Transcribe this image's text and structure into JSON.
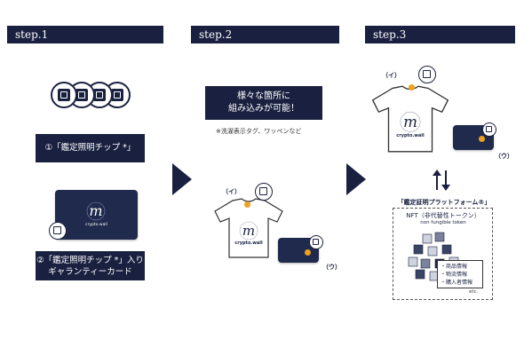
{
  "steps": {
    "s1": "step.1",
    "s2": "step.2",
    "s3": "step.3"
  },
  "step1": {
    "chip_label": "①「鑑定照明チップ *」",
    "card_label_line1": "②「鑑定照明チップ *」入り",
    "card_label_line2": "ギャランティーカード",
    "card_brand": "crypto.wall"
  },
  "step2": {
    "banner_line1": "様々な箇所に",
    "banner_line2": "組み込みが可能！",
    "note": "※洗濯表示タグ、ワッペンなど",
    "callout_i": "（イ）",
    "callout_u": "（ウ）",
    "shirt_brand": "crypto.wall"
  },
  "step3": {
    "callout_i": "（イ）",
    "callout_u": "（ウ）",
    "shirt_brand": "crypto.wall",
    "platform_title": "「鑑定証明プラットフォーム®」",
    "nft_title": "NFT（非代替性トークン）",
    "nft_subtitle": "non fungible token",
    "info": [
      "・商品情報",
      "・物流情報",
      "・購入者情報"
    ],
    "etc": "etc."
  },
  "colors": {
    "navy": "#1a2140",
    "accent": "#f0a020"
  }
}
